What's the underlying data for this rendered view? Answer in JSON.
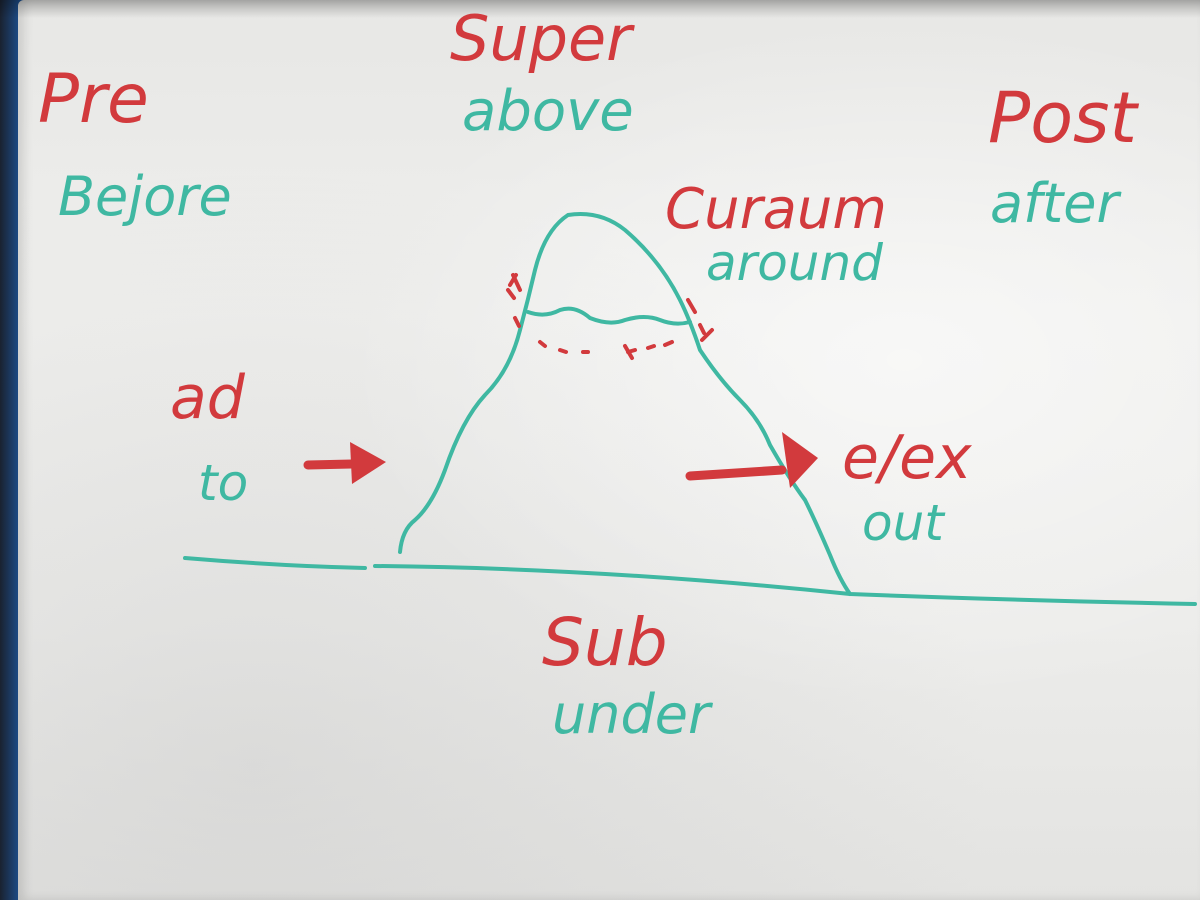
{
  "words": {
    "super": "Super",
    "above": "above",
    "pre": "Pre",
    "before": "Bejore",
    "post": "Post",
    "after": "after",
    "circum": "Curaum",
    "around": "around",
    "ad": "ad",
    "to": "to",
    "e_ex": "e/ex",
    "out": "out",
    "sub": "Sub",
    "under": "under"
  },
  "colors": {
    "red_marker": "#d23a3d",
    "green_marker": "#3fb8a2",
    "board": "#ececea",
    "frame_blue": "#1e5fb0"
  }
}
